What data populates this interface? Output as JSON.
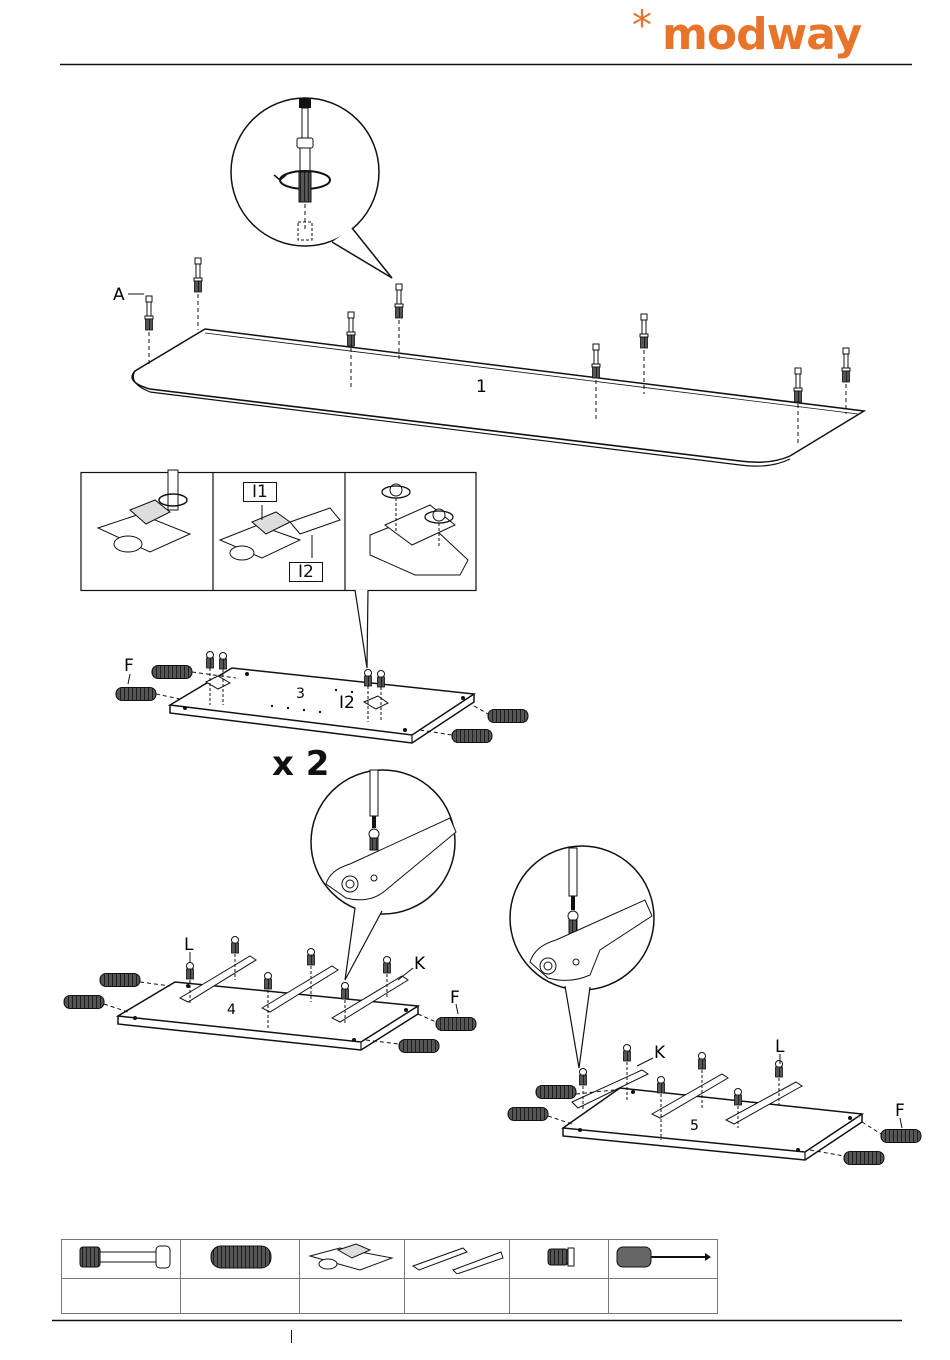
{
  "brand": {
    "star": "*",
    "name": "modway",
    "color": "#e8742a"
  },
  "step1": {
    "panel_number": "1",
    "part_label": "A"
  },
  "step2": {
    "inset_labels": [
      "I1",
      "I2"
    ],
    "panel_number": "3",
    "part_labels": {
      "dowel": "F",
      "hinge": "I2"
    },
    "multiplier": "x 2"
  },
  "step3": {
    "panel_number": "4",
    "part_labels": {
      "screw": "L",
      "rail": "K",
      "dowel": "F"
    }
  },
  "step4": {
    "panel_number": "5",
    "part_labels": {
      "rail": "K",
      "screw": "L",
      "dowel": "F"
    }
  },
  "parts_table": {
    "icons": [
      "cam-bolt-icon",
      "wood-dowel-icon",
      "hinge-icon",
      "drawer-rail-icon",
      "screw-icon",
      "screwdriver-icon"
    ],
    "quantities": [
      "",
      "",
      "",
      "",
      "",
      ""
    ]
  }
}
